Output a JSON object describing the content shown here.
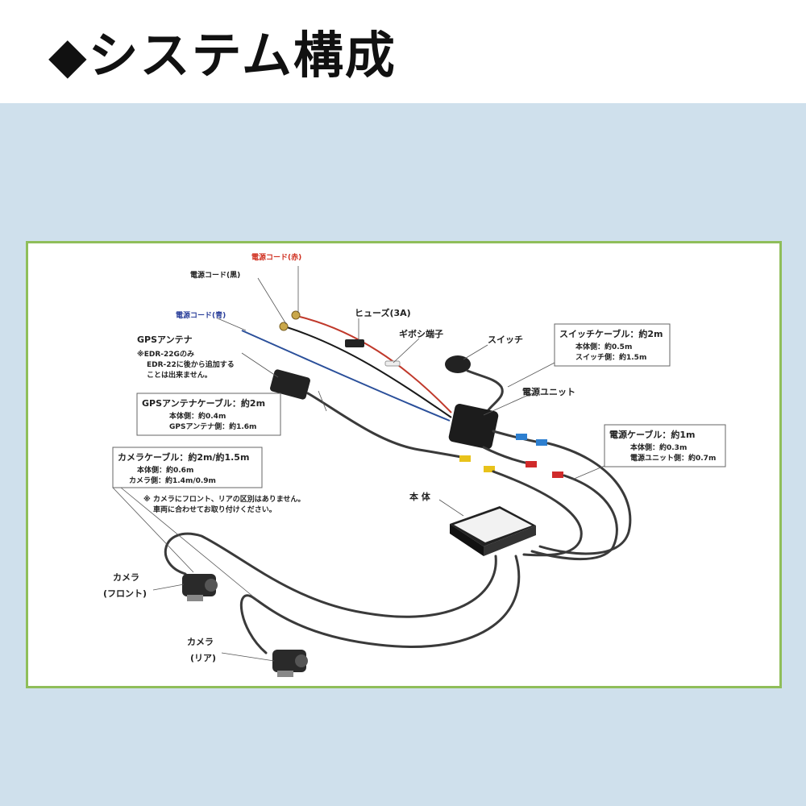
{
  "header": {
    "title": "◆システム構成"
  },
  "colors": {
    "panel_border": "#8fbe5a",
    "background": "#cfe0ec",
    "red_label": "#d03020",
    "blue_label": "#2a3f9a"
  },
  "labels": {
    "power_red": "電源コード(赤)",
    "power_black": "電源コード(黒)",
    "power_blue": "電源コード(青)",
    "fuse": "ヒューズ(3A)",
    "gibosi": "ギボシ端子",
    "switch": "スイッチ",
    "power_unit": "電源ユニット",
    "gps_antenna": "GPSアンテナ",
    "gps_note_1": "※EDR-22Gのみ",
    "gps_note_2": "EDR-22に後から追加する",
    "gps_note_3": "ことは出来ません。",
    "main_unit": "本 体",
    "camera_front_1": "カメラ",
    "camera_front_2": "(フロント)",
    "camera_rear_1": "カメラ",
    "camera_rear_2": "(リア)",
    "camera_note_1": "※ カメラにフロント、リアの区別はありません。",
    "camera_note_2": "車両に合わせてお取り付けください。"
  },
  "boxes": {
    "switch_cable": {
      "title": "スイッチケーブル：約2m",
      "line1": "本体側：約0.5m",
      "line2": "スイッチ側：約1.5m"
    },
    "gps_cable": {
      "title": "GPSアンテナケーブル：約2m",
      "line1": "本体側：約0.4m",
      "line2": "GPSアンテナ側：約1.6m"
    },
    "power_cable": {
      "title": "電源ケーブル：約1m",
      "line1": "本体側：約0.3m",
      "line2": "電源ユニット側：約0.7m"
    },
    "camera_cable": {
      "title": "カメラケーブル：約2m/約1.5m",
      "line1": "本体側：約0.6m",
      "line2": "カメラ側：約1.4m/0.9m"
    }
  }
}
